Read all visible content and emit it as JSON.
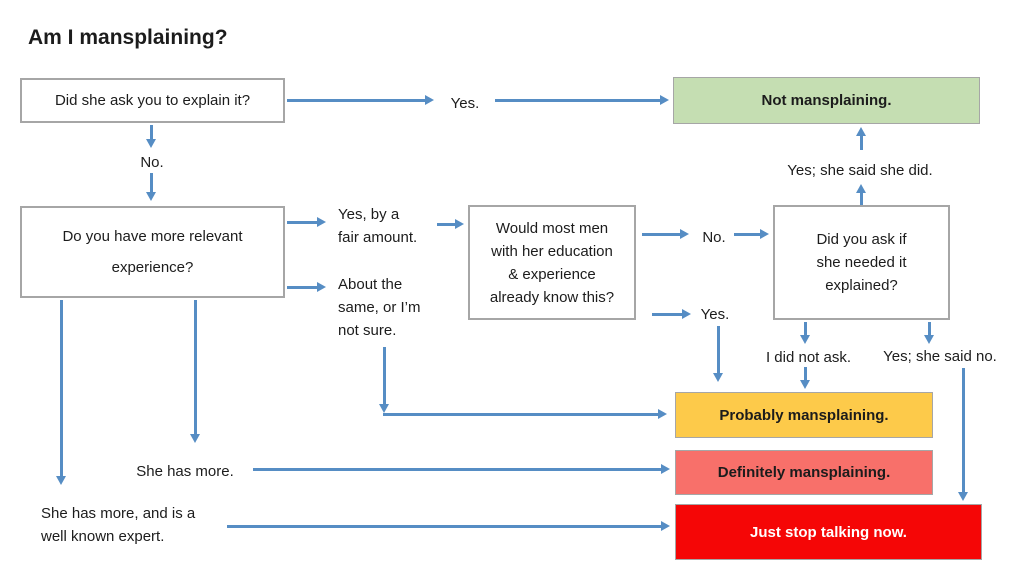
{
  "title": "Am I mansplaining?",
  "colors": {
    "arrow": "#568dc4",
    "box_border": "#a6a6a6",
    "green_bg": "#c5deb2",
    "yellow_bg": "#fdca4a",
    "salmon_bg": "#f8706a",
    "red_bg": "#f50606",
    "text_dark": "#1c1c1c",
    "text_light": "#ffffff"
  },
  "nodes": {
    "q_ask_explain": {
      "text": "Did she ask you to explain it?"
    },
    "q_more_experience": {
      "text": "Do you have more relevant\nexperience?"
    },
    "q_most_men": {
      "text": "Would most men\nwith her education\n& experience\nalready know this?"
    },
    "q_did_you_ask": {
      "text": "Did you ask if\nshe needed it\nexplained?"
    },
    "r_not": {
      "text": "Not mansplaining."
    },
    "r_probably": {
      "text": "Probably mansplaining."
    },
    "r_definitely": {
      "text": "Definitely mansplaining."
    },
    "r_stop": {
      "text": "Just stop talking now."
    }
  },
  "labels": {
    "yes_top": "Yes.",
    "no_top": "No.",
    "yes_fair": "Yes, by a\nfair amount.",
    "about_same": "About the\nsame, or I’m\nnot sure.",
    "no_mid": "No.",
    "yes_mid": "Yes.",
    "yes_she_did": "Yes; she said she did.",
    "did_not_ask": "I did not ask.",
    "yes_said_no": "Yes; she said no.",
    "she_has_more": "She has more.",
    "well_known_expert": "She has more, and is a\nwell known expert."
  }
}
